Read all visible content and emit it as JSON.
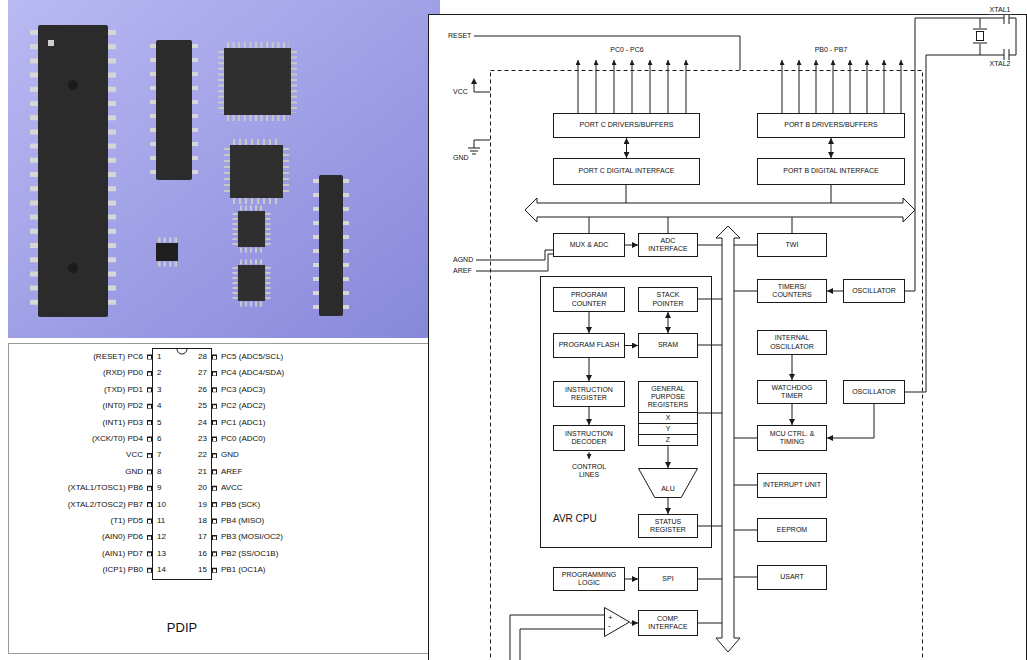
{
  "diagram": {
    "nodes": [
      {
        "text": [
          "PORT C DRIVERS/BUFFERS"
        ]
      },
      {
        "text": [
          "PORT B DRIVERS/BUFFERS"
        ]
      },
      {
        "text": [
          "PORT C DIGITAL INTERFACE"
        ]
      },
      {
        "text": [
          "PORT B DIGITAL INTERFACE"
        ]
      },
      {
        "text": [
          "MUX & ADC"
        ]
      },
      {
        "text": [
          "ADC INTERFACE"
        ]
      },
      {
        "text": [
          "TWI"
        ]
      },
      {
        "text": [
          "AVR CPU"
        ]
      },
      {
        "text": [
          "PROGRAM COUNTER"
        ],
        "in": 7
      },
      {
        "text": [
          "STACK POINTER"
        ],
        "in": 7
      },
      {
        "text": [
          "TIMERS/ COUNTERS"
        ]
      },
      {
        "text": [
          "OSCILLATOR"
        ]
      },
      {
        "text": [
          "PROGRAM FLASH"
        ],
        "in": 7
      },
      {
        "text": [
          "SRAM"
        ],
        "in": 7
      },
      {
        "text": [
          "INTERNAL OSCILLATOR"
        ]
      },
      {
        "text": [
          "INSTRUCTION REGISTER"
        ],
        "in": 7
      },
      {
        "text": [
          "GENERAL PURPOSE REGISTERS",
          "X",
          "Y",
          "Z"
        ],
        "in": 7
      },
      {
        "text": [
          "WATCHDOG TIMER"
        ]
      },
      {
        "text": [
          "OSCILLATOR"
        ]
      },
      {
        "text": [
          "INSTRUCTION DECODER"
        ],
        "in": 7
      },
      {
        "text": [
          "MCU CTRL. & TIMING"
        ]
      },
      {
        "text": [
          "ALU"
        ],
        "in": 7
      },
      {
        "text": [
          "INTERRUPT UNIT"
        ]
      },
      {
        "text": [
          "STATUS REGISTER"
        ],
        "in": 7
      },
      {
        "text": [
          "EEPROM"
        ]
      },
      {
        "text": [
          "PROGRAMMING LOGIC"
        ]
      },
      {
        "text": [
          "SPI"
        ]
      },
      {
        "text": [
          "USART"
        ]
      },
      {
        "text": [
          "+",
          "-"
        ]
      },
      {
        "text": [
          "COMP. INTERFACE"
        ]
      }
    ],
    "edges": [
      {
        "from": 0,
        "to": 2,
        "arrow": "both"
      },
      {
        "from": 1,
        "to": 3,
        "arrow": "both"
      },
      {
        "from": 4,
        "to": 5,
        "arrow": "to"
      },
      {
        "from": 8,
        "to": 12,
        "arrow": "to"
      },
      {
        "from": 9,
        "to": 13,
        "arrow": "both"
      },
      {
        "from": 12,
        "to": 13,
        "arrow": "to"
      },
      {
        "from": 12,
        "to": 15,
        "arrow": "to"
      },
      {
        "from": 15,
        "to": 19,
        "arrow": "to"
      },
      {
        "from": 16,
        "to": 21,
        "arrow": "to"
      },
      {
        "from": 21,
        "to": 23,
        "arrow": "to"
      },
      {
        "from": 11,
        "to": 10,
        "arrow": "to"
      },
      {
        "from": 14,
        "to": 17,
        "arrow": "to"
      },
      {
        "from": 17,
        "to": 20,
        "arrow": "to"
      },
      {
        "from": 18,
        "to": 20,
        "arrow": "to"
      },
      {
        "from": 25,
        "to": 26,
        "arrow": "to"
      },
      {
        "from": 28,
        "to": 29,
        "arrow": "to"
      }
    ],
    "labels": [
      "(RESET) PC6",
      "1",
      "28",
      "PC5 (ADC5/SCL)",
      "(RXD) PD0",
      "2",
      "27",
      "PC4 (ADC4/SDA)",
      "(TXD) PD1",
      "3",
      "26",
      "PC3 (ADC3)",
      "(INT0) PD2",
      "4",
      "25",
      "PC2 (ADC2)",
      "(INT1) PD3",
      "5",
      "24",
      "PC1 (ADC1)",
      "(XCK/T0) PD4",
      "6",
      "23",
      "PC0 (ADC0)",
      "VCC",
      "7",
      "22",
      "GND",
      "GND",
      "8",
      "21",
      "AREF",
      "(XTAL1/TOSC1) PB6",
      "9",
      "20",
      "AVCC",
      "(XTAL2/TOSC2) PB7",
      "10",
      "19",
      "PB5 (SCK)",
      "(T1) PD5",
      "11",
      "18",
      "PB4 (MISO)",
      "(AIN0) PD6",
      "12",
      "17",
      "PB3 (MOSI/OC2)",
      "(AIN1) PD7",
      "13",
      "16",
      "PB2 (SS/OC1B)",
      "(ICP1) PB0",
      "14",
      "15",
      "PB1 (OC1A)",
      "PDIP",
      "RESET",
      "PC0 - PC6",
      "PB0 - PB7",
      "XTAL1",
      "XTAL2",
      "VCC",
      "GND",
      "AGND",
      "AREF",
      "CONTROL LINES"
    ]
  }
}
